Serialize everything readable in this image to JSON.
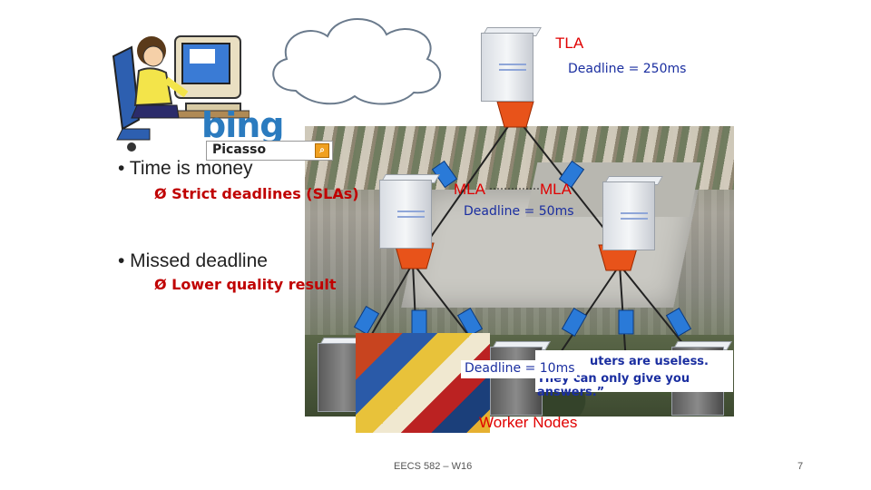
{
  "bullets": {
    "time_is_money": "• Time is money",
    "strict_deadlines": "Ø Strict deadlines (SLAs)",
    "missed_deadline": "• Missed deadline",
    "lower_quality": "Ø Lower quality result"
  },
  "search": {
    "brand": "bing",
    "query": "Picasso"
  },
  "tree": {
    "tla_label": "TLA",
    "tla_deadline": "Deadline = 250ms",
    "mla_left": "MLA",
    "mla_right": "MLA",
    "mla_deadline": "Deadline = 50ms",
    "worker_deadline": "Deadline = 10ms",
    "worker_label": "Worker Nodes"
  },
  "quote": {
    "line1": "uters are useless.",
    "line2": "They can only give you answers.”"
  },
  "footer": {
    "course": "EECS 582 – W16",
    "page": "7"
  },
  "colors": {
    "red": "#c00000",
    "blue": "#1a2ea0",
    "switch_orange": "#e8531a",
    "switch_blue": "#2a7ad8"
  },
  "icons": [
    "cloud-icon",
    "user-at-computer-icon",
    "server-icon",
    "search-icon",
    "painting-image"
  ]
}
